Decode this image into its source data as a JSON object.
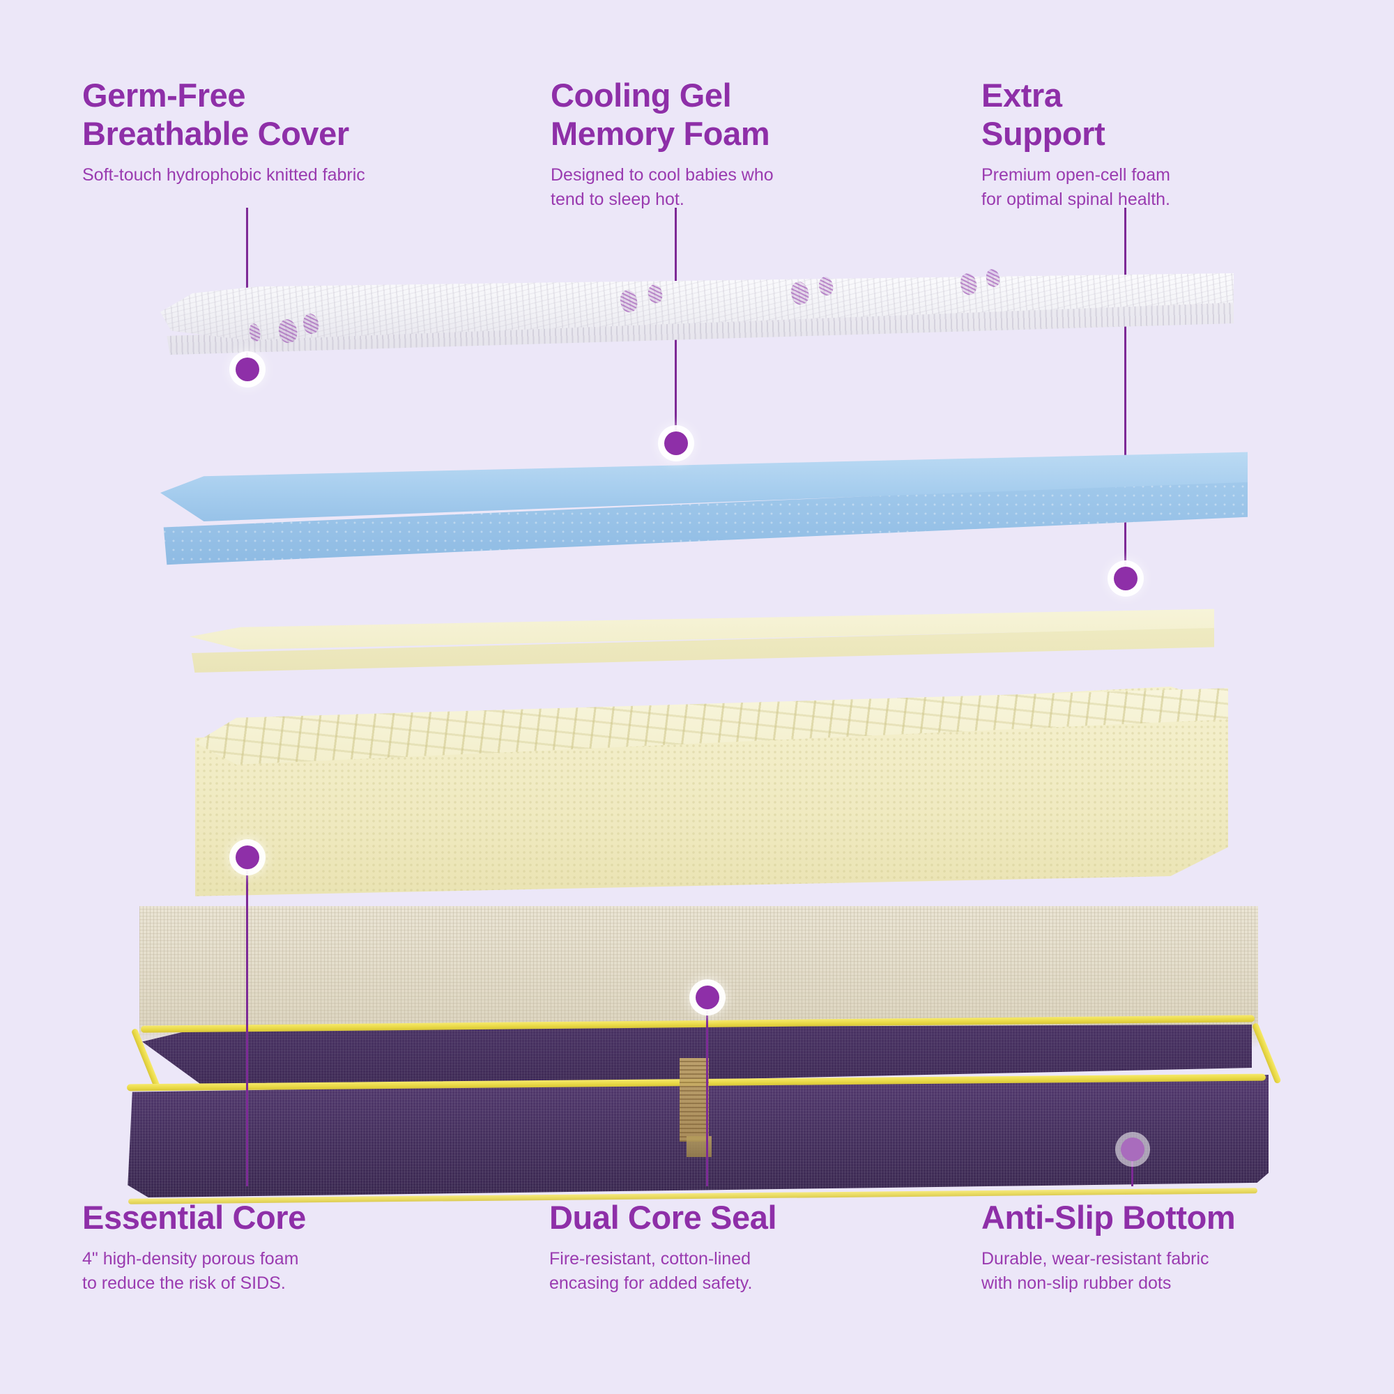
{
  "theme": {
    "background": "#ece7f8",
    "heading_color": "#8e2fa8",
    "body_color": "#9a3bb0",
    "dot_color": "#8e2fa8",
    "leader_color": "#7d2a96",
    "piping_color": "#e8d844",
    "base_fabric_color": "#45305e",
    "gel_foam_color": "#a6cdee",
    "core_foam_color": "#f3efcd",
    "mesh_color": "#e2dbc8",
    "cover_color": "#f2f2f6"
  },
  "callouts": {
    "top": [
      {
        "title": "Germ-Free\nBreathable Cover",
        "desc": "Soft-touch hydrophobic knitted fabric",
        "layer": "knitted-cover"
      },
      {
        "title": "Cooling Gel\nMemory Foam",
        "desc": "Designed to cool babies who\ntend to sleep hot.",
        "layer": "gel-memory-foam"
      },
      {
        "title": "Extra\nSupport",
        "desc": "Premium open-cell foam\nfor optimal spinal health.",
        "layer": "open-cell-foam"
      }
    ],
    "bottom": [
      {
        "title": "Essential Core",
        "desc": "4\" high-density porous foam\nto reduce the risk of SIDS.",
        "layer": "essential-core"
      },
      {
        "title": "Dual Core Seal",
        "desc": "Fire-resistant, cotton-lined\nencasing for added safety.",
        "layer": "dual-core-seal"
      },
      {
        "title": "Anti-Slip Bottom",
        "desc": "Durable, wear-resistant fabric\nwith non-slip rubber dots",
        "layer": "anti-slip-bottom"
      }
    ]
  },
  "layers": [
    {
      "name": "knitted-cover",
      "label": "Germ-Free Breathable Cover"
    },
    {
      "name": "gel-memory-foam",
      "label": "Cooling Gel Memory Foam"
    },
    {
      "name": "open-cell-foam",
      "label": "Extra Support open-cell foam"
    },
    {
      "name": "essential-core",
      "label": "Essential Core high-density foam"
    },
    {
      "name": "dual-core-seal",
      "label": "Dual Core Seal cotton encasing"
    },
    {
      "name": "anti-slip-bottom",
      "label": "Anti-Slip Bottom fabric base"
    }
  ]
}
